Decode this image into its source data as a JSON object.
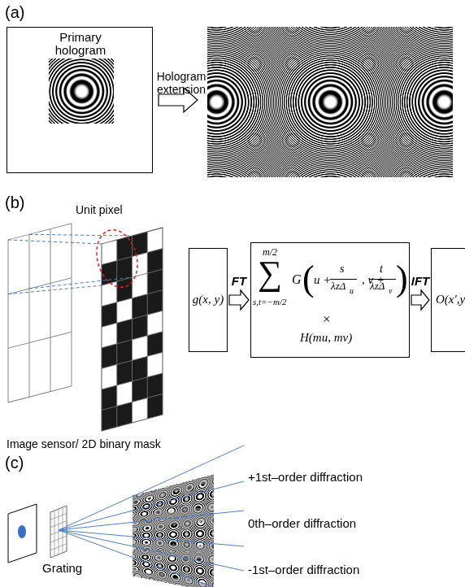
{
  "diagram": {
    "nodes": [
      {
        "text": [
          "Primary hologram"
        ]
      },
      {
        "text": [
          "g(x, y)"
        ]
      },
      {
        "text": [
          "m/2",
          "∑",
          "s,t=−m/2",
          "G",
          "(",
          "u +",
          "s",
          "λzΔ",
          "u",
          ", v +",
          "t",
          "λzΔ",
          "v",
          ")",
          "×",
          "H(mu, mv)"
        ]
      },
      {
        "text": [
          "O(x′,y"
        ]
      }
    ],
    "edges": [
      {
        "from": 1,
        "to": 2,
        "arrow": "to",
        "label": "FT"
      },
      {
        "from": 2,
        "to": 3,
        "arrow": "to",
        "label": "IFT"
      }
    ],
    "labels": [
      "(a)",
      "Hologram extension",
      "(b)",
      "Unit pixel",
      "Image sensor/ 2D binary mask",
      "(c)",
      "Grating",
      "+1st–order diffraction",
      "0th–order diffraction",
      "-1st–order diffraction"
    ]
  }
}
